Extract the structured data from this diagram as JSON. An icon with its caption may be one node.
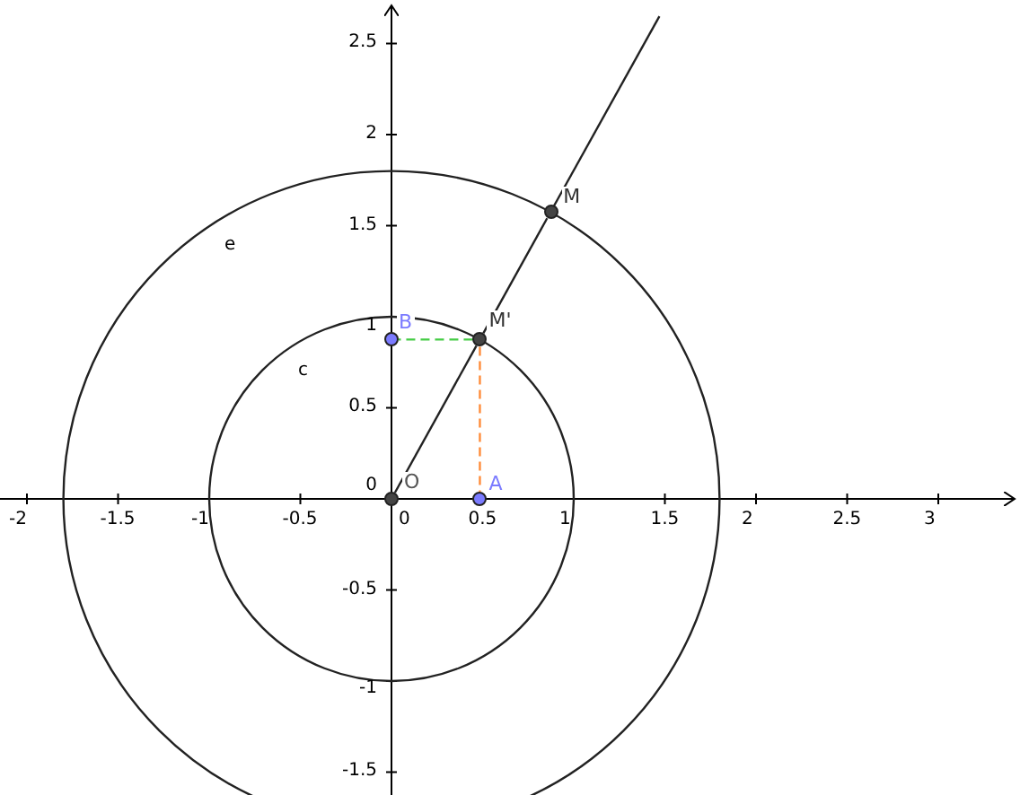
{
  "diagram": {
    "nodes": [
      {
        "text": [
          "O"
        ]
      },
      {
        "text": [
          "A"
        ]
      },
      {
        "text": [
          "B"
        ]
      },
      {
        "text": [
          "M'"
        ]
      },
      {
        "text": [
          "M"
        ]
      }
    ],
    "edges": [
      {
        "from": 0,
        "to": 3,
        "arrow": "none"
      },
      {
        "from": 3,
        "to": 4,
        "arrow": "none"
      },
      {
        "from": 4,
        "to": null,
        "arrow": "none"
      },
      {
        "from": 3,
        "to": 1,
        "arrow": "none",
        "style": "dashed",
        "color": "#ff8c3a"
      },
      {
        "from": 3,
        "to": 2,
        "arrow": "none",
        "style": "dashed",
        "color": "#44cc44"
      }
    ],
    "labels": [
      "2.5",
      "2",
      "1.5",
      "e",
      "1",
      "c",
      "0.5",
      "0",
      "-2",
      "-1.5",
      "-1",
      "-0.5",
      "0",
      "0.5",
      "1",
      "1.5",
      "2",
      "2.5",
      "3",
      "-0.5",
      "-1",
      "-1.5"
    ]
  }
}
